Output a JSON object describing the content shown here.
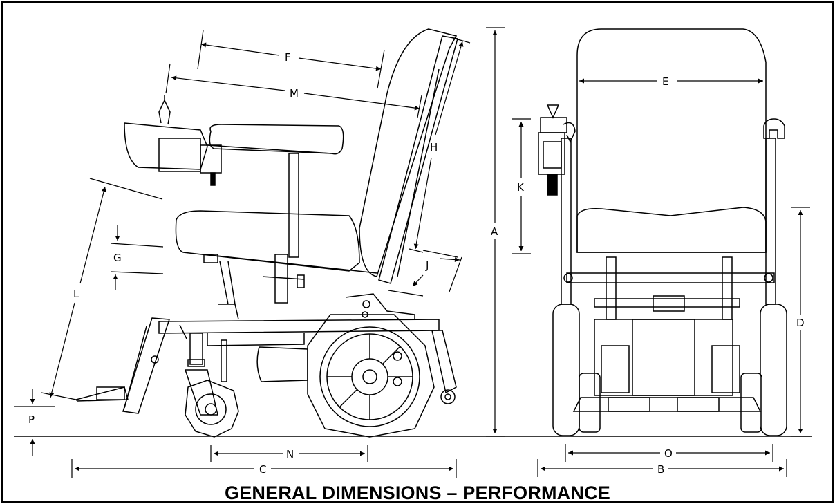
{
  "title": "GENERAL DIMENSIONS – PERFORMANCE",
  "dimension_labels": {
    "A": "A",
    "B": "B",
    "C": "C",
    "D": "D",
    "E": "E",
    "F": "F",
    "G": "G",
    "H": "H",
    "J": "J",
    "K": "K",
    "L": "L",
    "M": "M",
    "N": "N",
    "O": "O",
    "P": "P"
  },
  "colors": {
    "line": "#000000",
    "background": "#ffffff"
  }
}
